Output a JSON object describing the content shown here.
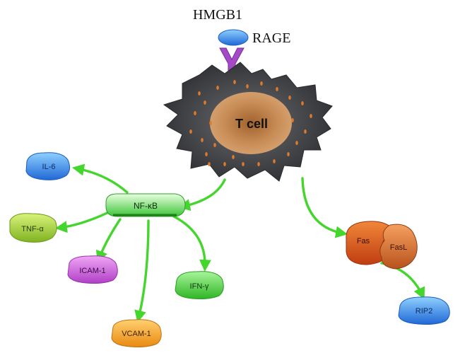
{
  "labels": {
    "hmgb1": "HMGB1",
    "rage": "RAGE",
    "t_cell": "T cell",
    "nfkb": "NF-κB",
    "il6": "IL-6",
    "tnf": "TNF-α",
    "icam": "ICAM-1",
    "vcam": "VCAM-1",
    "ifn": "IFN-γ",
    "fas": "Fas",
    "fasl": "FasL",
    "rip2": "RIP2"
  },
  "colors": {
    "arrow": "#44d62c",
    "cell_body": "#3c3d40",
    "nucleus": "#c9905e",
    "dots": "#e07a2a",
    "receptor": "#9b3fbf",
    "hmgb1_blob": "#2f86e6",
    "il6": "#3a86e8",
    "tnf": "#9ccc2c",
    "icam": "#c75bd6",
    "vcam": "#f0a020",
    "ifn": "#44c630",
    "nfkb": "#52d84a",
    "fas": "#d8561c",
    "fasl": "#c9632c",
    "rip2": "#3a86e8"
  }
}
